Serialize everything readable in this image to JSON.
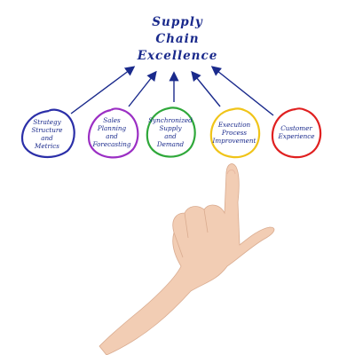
{
  "title": {
    "line1": "Supply",
    "line2": "Chain",
    "line3": "Excellence"
  },
  "nodes": [
    {
      "lines": [
        "Strategy",
        "Structure",
        "and",
        "Metrics"
      ],
      "color": "#2b2fa8"
    },
    {
      "lines": [
        "Sales",
        "Planning",
        "and",
        "Forecasting"
      ],
      "color": "#9b2fc4"
    },
    {
      "lines": [
        "Synchronized",
        "Supply",
        "and",
        "Demand"
      ],
      "color": "#2fa83a"
    },
    {
      "lines": [
        "Execution",
        "Process",
        "Improvement"
      ],
      "color": "#f0c419"
    },
    {
      "lines": [
        "Customer",
        "Experience"
      ],
      "color": "#e02020"
    }
  ],
  "colors": {
    "text": "#1a2a8c",
    "arrow": "#1a2a8c",
    "skin": "#f2cdb4"
  }
}
